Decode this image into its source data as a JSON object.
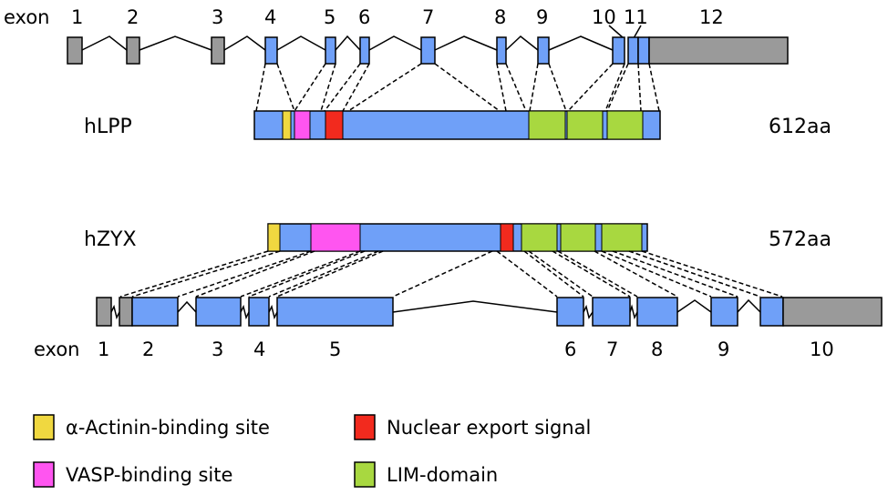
{
  "lpp": {
    "exon_prefix": "exon",
    "exon_numbers": [
      "1",
      "2",
      "3",
      "4",
      "5",
      "6",
      "7",
      "8",
      "9",
      "10",
      "11",
      "12"
    ],
    "protein_name": "hLPP",
    "length_label": "612aa"
  },
  "zyx": {
    "exon_prefix": "exon",
    "exon_numbers": [
      "1",
      "2",
      "3",
      "4",
      "5",
      "6",
      "7",
      "8",
      "9",
      "10"
    ],
    "protein_name": "hZYX",
    "length_label": "572aa"
  },
  "legend": [
    {
      "label": "α-Actinin-binding site",
      "color": "#f0d840"
    },
    {
      "label": "Nuclear export signal",
      "color": "#f22a1e"
    },
    {
      "label": "VASP-binding site",
      "color": "#ff55f0"
    },
    {
      "label": "LIM-domain",
      "color": "#a8d840"
    }
  ],
  "colors": {
    "coding": "#6fa0f8",
    "noncoding": "#9a9a9a",
    "alpha_actinin": "#f0d840",
    "vasp": "#ff55f0",
    "nes": "#f22a1e",
    "lim": "#a8d840"
  }
}
